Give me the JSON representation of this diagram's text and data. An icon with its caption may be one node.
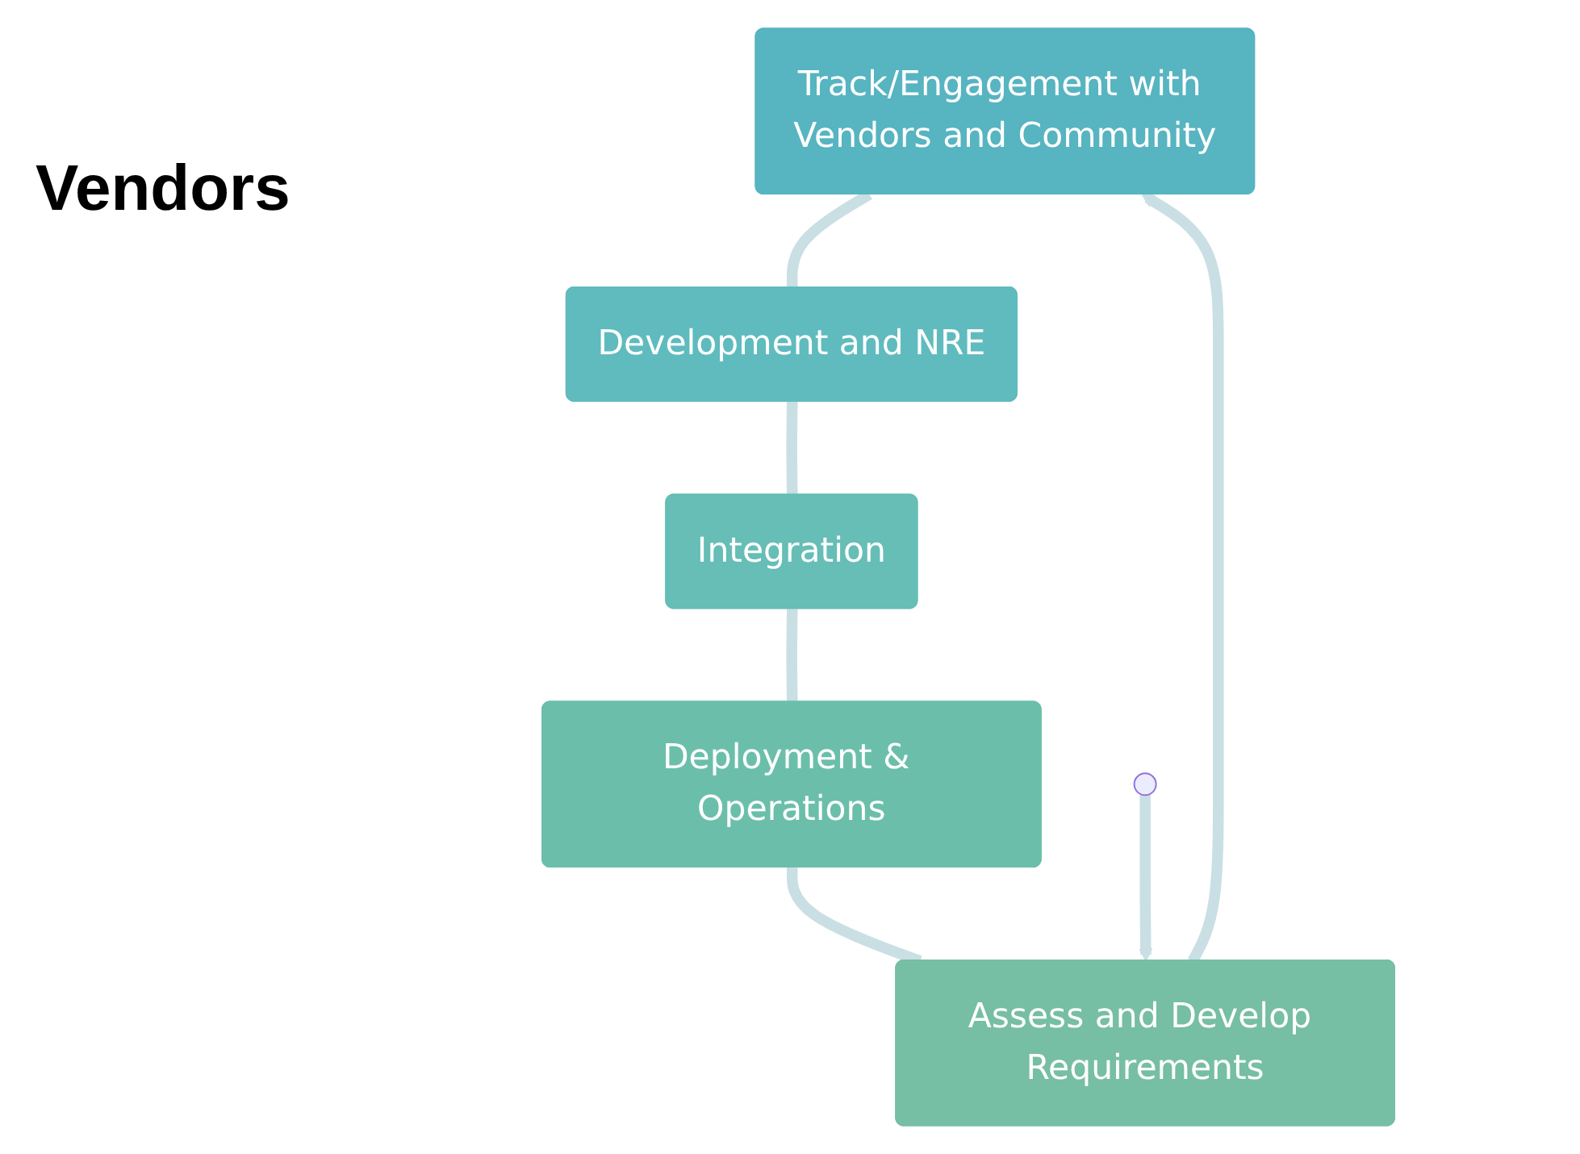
{
  "diagram": {
    "title": "Vendors",
    "nodes": [
      {
        "text": [
          "Track/Engagement with Vendors and Community"
        ]
      },
      {
        "text": [
          "Assess and Develop Requirements"
        ]
      },
      {
        "text": [
          "Development and NRE"
        ]
      },
      {
        "text": [
          "Deployment & Operations"
        ]
      },
      {
        "text": [
          "Integration"
        ]
      }
    ],
    "edges": [
      {
        "from": 0,
        "to": 2,
        "arrow": "none"
      },
      {
        "from": 2,
        "to": 4,
        "arrow": "none"
      },
      {
        "from": 4,
        "to": 3,
        "arrow": "none"
      },
      {
        "from": 3,
        "to": 1,
        "arrow": "none"
      },
      {
        "from": 1,
        "to": 0,
        "arrow": "to"
      },
      {
        "from": null,
        "to": 1,
        "arrow": "to"
      }
    ]
  }
}
